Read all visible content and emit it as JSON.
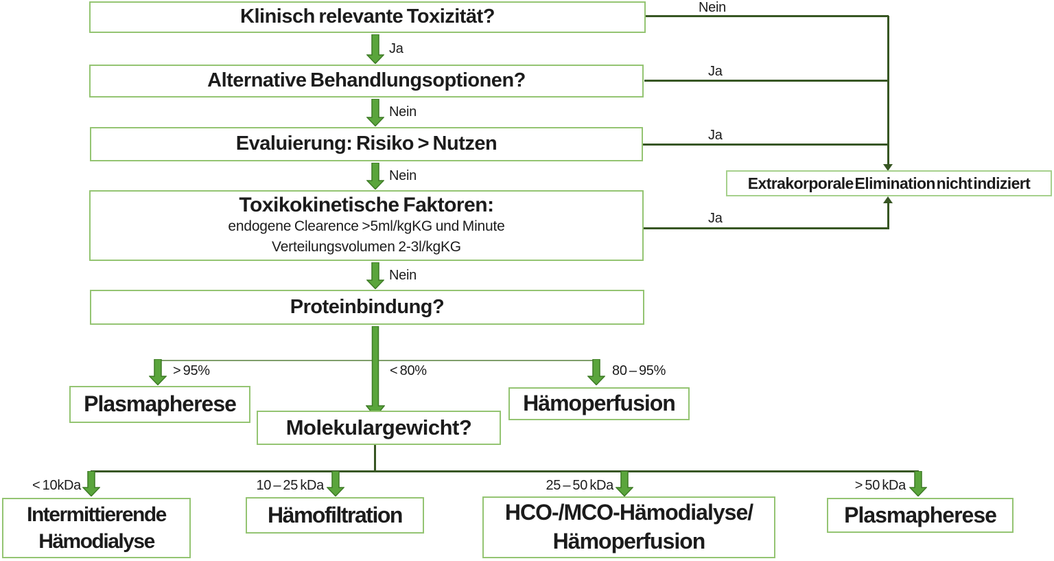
{
  "diagram": {
    "title_hint": "Extracorporeal elimination decision flowchart (German)",
    "colors": {
      "box_border": "#94c472",
      "box_border_light": "#a6d08c",
      "arrow_fill": "#5aa53c",
      "arrow_stroke": "#3c7a24",
      "line_dark": "#375623",
      "line_mid": "#7f9e6b",
      "text_color": "#1c1c1c"
    },
    "nodes": {
      "q_toxicity": {
        "label": "Klinisch relevante Toxizität?"
      },
      "q_alternatives": {
        "label": "Alternative Behandlungsoptionen?"
      },
      "q_evaluation": {
        "label": "Evaluierung: Risiko > Nutzen"
      },
      "q_toxicokinetics": {
        "title": "Toxikokinetische Faktoren:",
        "line1": "endogene Clearence >5ml/kgKG und Minute",
        "line2": "Verteilungsvolumen 2-3l/kgKG"
      },
      "q_proteinbinding": {
        "label": "Proteinbindung?"
      },
      "q_molecularweight": {
        "label": "Molekulargewicht?"
      },
      "not_indicated": {
        "label": "Extrakorporale Elimination nicht indiziert"
      },
      "plasmapheresis_left": {
        "label": "Plasmapherese"
      },
      "haemoperfusion": {
        "label": "Hämoperfusion"
      },
      "intermittent_hd": {
        "line1": "Intermittierende",
        "line2": "Hämodialyse"
      },
      "haemofiltration": {
        "label": "Hämofiltration"
      },
      "hco_mco": {
        "line1": "HCO-/MCO-Hämodialyse/",
        "line2": "Hämoperfusion"
      },
      "plasmapheresis_right": {
        "label": "Plasmapherese"
      }
    },
    "edges": {
      "toxicity_no": "Nein",
      "toxicity_yes": "Ja",
      "alternatives_yes": "Ja",
      "alternatives_no": "Nein",
      "evaluation_yes": "Ja",
      "evaluation_no": "Nein",
      "toxicokinetics_yes": "Ja",
      "toxicokinetics_no": "Nein",
      "protein_gt95": "> 95%",
      "protein_lt80": "< 80%",
      "protein_80_95": "80 – 95%",
      "mw_lt10": "< 10kDa",
      "mw_10_25": "10 – 25 kDa",
      "mw_25_50": "25 – 50 kDa",
      "mw_gt50": "> 50 kDa"
    }
  }
}
